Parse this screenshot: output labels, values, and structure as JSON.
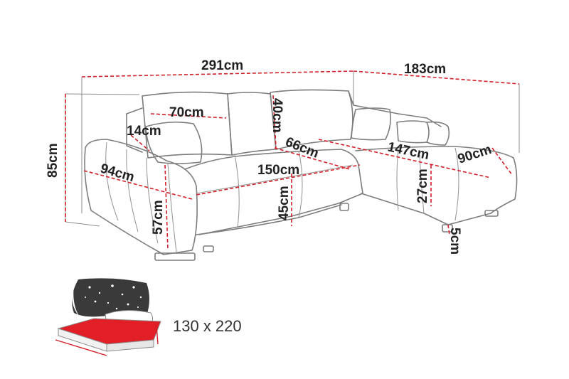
{
  "dimensions": {
    "total_width": "291cm",
    "chaise_length": "183cm",
    "height": "85cm",
    "backrest_width": "70cm",
    "armrest_width": "14cm",
    "backrest_height": "40cm",
    "seat_depth": "66cm",
    "arm_depth": "94cm",
    "seat_width": "150cm",
    "chaise_width": "147cm",
    "chaise_depth": "90cm",
    "arm_height": "57cm",
    "seat_height": "45cm",
    "chaise_seat_height": "27cm",
    "leg_height": "5cm"
  },
  "bed": {
    "size_label": "130 x 220"
  },
  "colors": {
    "measure": "#d41f2a",
    "outline": "#7d7d7d",
    "text": "#222222",
    "bed_surface": "#e21e26",
    "night_sky": "#3a3a3a"
  }
}
